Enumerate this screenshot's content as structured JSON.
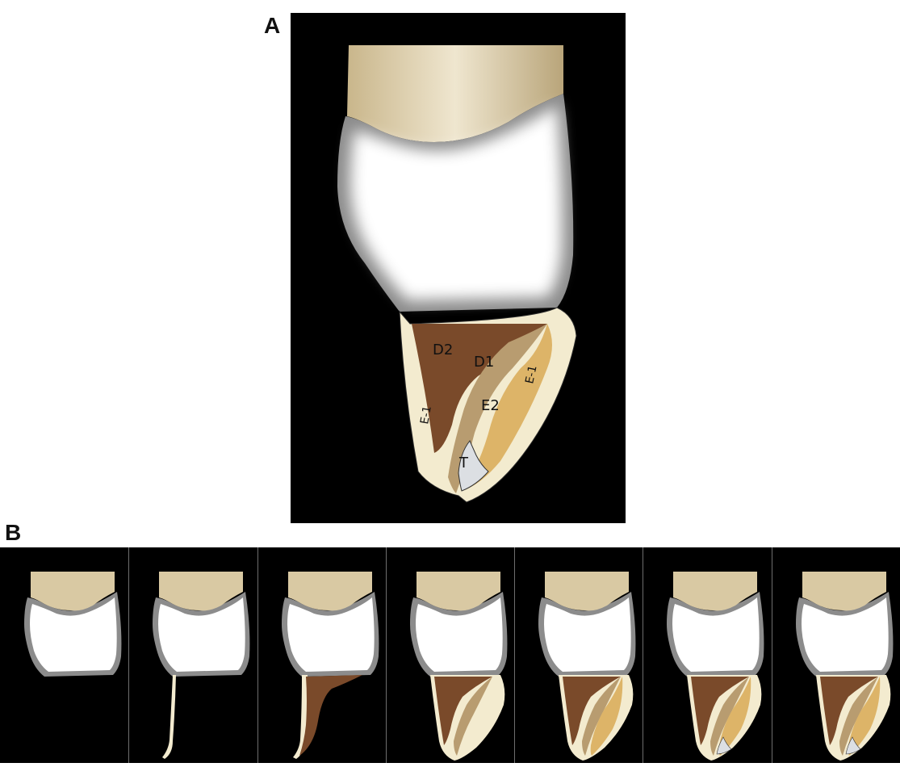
{
  "panels": {
    "a": {
      "letter": "A"
    },
    "b": {
      "letter": "B"
    }
  },
  "labels": {
    "d2": "D2",
    "d1": "D1",
    "e2": "E2",
    "t": "T",
    "e1_left": "E-1",
    "e1_right": "E-1"
  },
  "stages": [
    {
      "stage": 1,
      "layers": [
        "crown"
      ]
    },
    {
      "stage": 2,
      "layers": [
        "crown",
        "e1"
      ]
    },
    {
      "stage": 3,
      "layers": [
        "crown",
        "e1",
        "d2"
      ]
    },
    {
      "stage": 4,
      "layers": [
        "crown",
        "e1",
        "d2",
        "d1"
      ]
    },
    {
      "stage": 5,
      "layers": [
        "crown",
        "e1",
        "d2",
        "d1",
        "e2"
      ]
    },
    {
      "stage": 6,
      "layers": [
        "crown",
        "e1",
        "d2",
        "d1",
        "e2",
        "t"
      ]
    },
    {
      "stage": 7,
      "layers": [
        "crown",
        "e1",
        "d2",
        "d1",
        "e2",
        "t",
        "e1_full"
      ]
    }
  ],
  "colors": {
    "background": "#000000",
    "enamel_cap": "#d9c9a3",
    "e1": "#f3ebcf",
    "d2": "#7a4a2a",
    "d1": "#b89c70",
    "e2": "#ddb468",
    "t": "#dcdfe3"
  }
}
